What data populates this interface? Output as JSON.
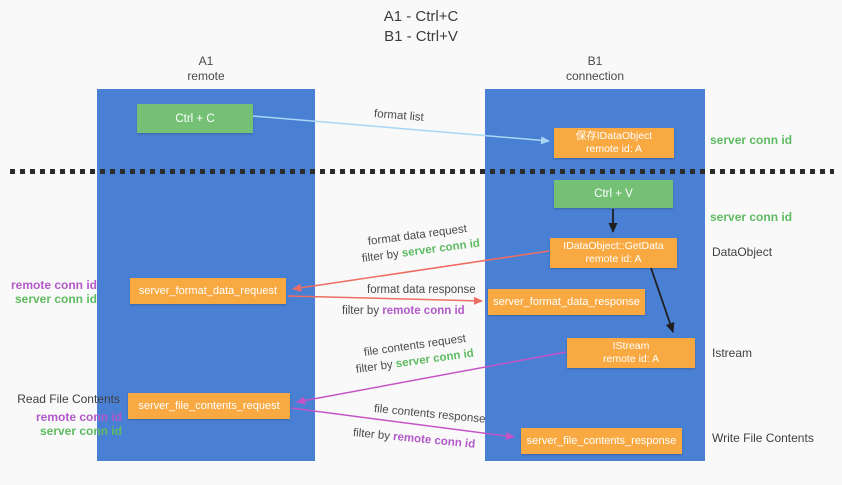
{
  "title": {
    "line1": "A1 - Ctrl+C",
    "line2": "B1 - Ctrl+V"
  },
  "columns": {
    "left": {
      "id": "A1",
      "name": "remote"
    },
    "right": {
      "id": "B1",
      "name": "connection"
    }
  },
  "nodes": {
    "ctrl_c": {
      "label": "Ctrl + C"
    },
    "save_dataobject": {
      "line1": "保存IDataObject",
      "line2": "remote id: A"
    },
    "ctrl_v": {
      "label": "Ctrl + V"
    },
    "getdata": {
      "line1": "IDataObject::GetData",
      "line2": "remote id: A"
    },
    "format_data_request": {
      "label": "server_format_data_request"
    },
    "format_data_response": {
      "label": "server_format_data_response"
    },
    "istream": {
      "line1": "IStream",
      "line2": "remote id: A"
    },
    "file_contents_request": {
      "label": "server_file_contents_request"
    },
    "file_contents_response": {
      "label": "server_file_contents_response"
    }
  },
  "side_labels": {
    "server_conn_id_top": "server conn id",
    "server_conn_id_mid": "server conn id",
    "dataobject": "DataObject",
    "istream": "Istream",
    "write_file_contents": "Write File Contents",
    "read_file_contents": "Read File Contents",
    "pair1": {
      "remote": "remote conn id",
      "server": "server conn id"
    },
    "pair2": {
      "remote": "remote conn id",
      "server": "server conn id"
    }
  },
  "arrows": {
    "format_list": {
      "label": "format list"
    },
    "format_data_request": {
      "label": "format data request",
      "filter_prefix": "filter by ",
      "filter_key": "server conn id"
    },
    "format_data_response": {
      "label": "format data response",
      "filter_prefix": "filter by ",
      "filter_key": "remote conn id"
    },
    "file_contents_request": {
      "label": "file contents request",
      "filter_prefix": "filter by ",
      "filter_key": "server conn id"
    },
    "file_contents_response": {
      "label": "file contents response",
      "filter_prefix": "filter by ",
      "filter_key": "remote conn id"
    }
  },
  "colors": {
    "pillar_blue": "#4a80d4",
    "box_green": "#74c074",
    "box_orange": "#f9a942",
    "arrow_blue": "#a9d7f5",
    "arrow_salmon": "#ed6d62",
    "arrow_magenta": "#c653c6",
    "arrow_black": "#1f1f1f",
    "text_green": "#5fbb61",
    "text_purple": "#b259c9"
  }
}
